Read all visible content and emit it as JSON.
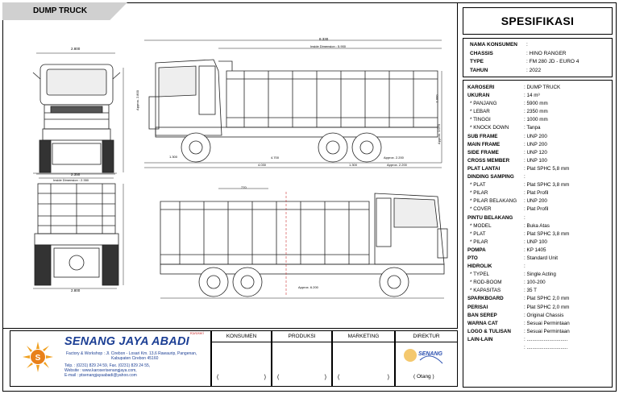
{
  "header": {
    "title": "DUMP TRUCK"
  },
  "spec": {
    "title": "SPESIFIKASI",
    "info": [
      {
        "k": "NAMA KONSUMEN",
        "v": ":"
      },
      {
        "k": "CHASSIS",
        "v": ": HINO RANGER"
      },
      {
        "k": "TYPE",
        "v": ": FM 280 JD - EURO 4"
      },
      {
        "k": "TAHUN",
        "v": ": 2022"
      }
    ],
    "rows": [
      {
        "k": "KAROSERI",
        "v": ": DUMP TRUCK",
        "sub": false
      },
      {
        "k": "UKURAN",
        "v": ": 14 m³",
        "sub": false
      },
      {
        "k": "* PANJANG",
        "v": ": 5900 mm",
        "sub": true
      },
      {
        "k": "* LEBAR",
        "v": ": 2350 mm",
        "sub": true
      },
      {
        "k": "* TINGGI",
        "v": ": 1000 mm",
        "sub": true
      },
      {
        "k": "* KNOCK DOWN",
        "v": ": Tanpa",
        "sub": true
      },
      {
        "k": "SUB FRAME",
        "v": ": UNP 200",
        "sub": false
      },
      {
        "k": "MAIN FRAME",
        "v": ": UNP 200",
        "sub": false
      },
      {
        "k": "SIDE FRAME",
        "v": ": UNP 120",
        "sub": false
      },
      {
        "k": "CROSS MEMBER",
        "v": ": UNP 100",
        "sub": false
      },
      {
        "k": "PLAT LANTAI",
        "v": ": Plat SPHC 5,8 mm",
        "sub": false
      },
      {
        "k": "DINDING SAMPING",
        "v": ":",
        "sub": false
      },
      {
        "k": "* PLAT",
        "v": ": Plat SPHC 3,8 mm",
        "sub": true
      },
      {
        "k": "* PILAR",
        "v": ": Plat Profil",
        "sub": true
      },
      {
        "k": "* PILAR BELAKANG",
        "v": ": UNP 200",
        "sub": true
      },
      {
        "k": "* COVER",
        "v": ": Plat Profil",
        "sub": true
      },
      {
        "k": "PINTU BELAKANG",
        "v": ":",
        "sub": false
      },
      {
        "k": "* MODEL",
        "v": ": Buka Atas",
        "sub": true
      },
      {
        "k": "* PLAT",
        "v": ": Plat SPHC 3,8 mm",
        "sub": true
      },
      {
        "k": "* PILAR",
        "v": ": UNP 100",
        "sub": true
      },
      {
        "k": "POMPA",
        "v": ": KP 1405",
        "sub": false
      },
      {
        "k": "PTO",
        "v": ": Standard Unit",
        "sub": false
      },
      {
        "k": "HIDROLIK",
        "v": ":",
        "sub": false
      },
      {
        "k": "* TYPEL",
        "v": ": Single Acting",
        "sub": true
      },
      {
        "k": "* ROD-BOOM",
        "v": ": 100-200",
        "sub": true
      },
      {
        "k": "* KAPASITAS",
        "v": ": 35 T",
        "sub": true
      },
      {
        "k": "SPARKBOARD",
        "v": ": Plat SPHC 2,0 mm",
        "sub": false
      },
      {
        "k": "PERISAI",
        "v": ": Plat SPHC 2,0 mm",
        "sub": false
      },
      {
        "k": "BAN SEREP",
        "v": ": Original Chassis",
        "sub": false
      },
      {
        "k": "WARNA CAT",
        "v": ": Sesuai Permintaan",
        "sub": false
      },
      {
        "k": "LOGO & TULISAN",
        "v": ": Sesuai Permintaan",
        "sub": false
      },
      {
        "k": "LAIN-LAIN",
        "v": ": .............................",
        "sub": false
      },
      {
        "k": "",
        "v": ": .............................",
        "sub": false
      }
    ]
  },
  "company": {
    "name_main": "SENANG JAYA ",
    "name_accent": "ABADI",
    "tag": "Karoseri",
    "address1": "Factory & Workshop : Jl. Cirebon - Losari Km. 13,6 Rawaurip, Pangenan,",
    "address2": "Kabupaten Cirebon 45160",
    "phone": "Telp.     : (0231) 829 24 59, Fax. (0231) 829 24 55,",
    "website": "Website : www.karoserisenangjaya.com,",
    "email": "E-mail   : ptsenangjayaabadi@yahoo.com"
  },
  "signatures": [
    {
      "label": "KONSUMEN",
      "name": ""
    },
    {
      "label": "PRODUKSI",
      "name": ""
    },
    {
      "label": "MARKETING",
      "name": ""
    },
    {
      "label": "DIREKTUR",
      "name": "( Otang )"
    }
  ],
  "dims": {
    "front_width": "2.800",
    "overall_length": "8.330",
    "inside_dim_top": "Inside Dimension : 5.900",
    "d1": "1.300",
    "d2": "4.700",
    "d3": "4.030",
    "d4": "1.300",
    "d5": "Approx. 2.200",
    "approx_2": "Approx. 2.200",
    "rear_width": "2.350",
    "rear_inside": "Inside Dimension : 2.350",
    "rear_bottom": "2.800",
    "side2_top": "770",
    "approx_bottom": "Approx. 6.200",
    "h1": "Approx. 2.800",
    "h2": "1.000",
    "h3": "Approx. 1.070"
  }
}
